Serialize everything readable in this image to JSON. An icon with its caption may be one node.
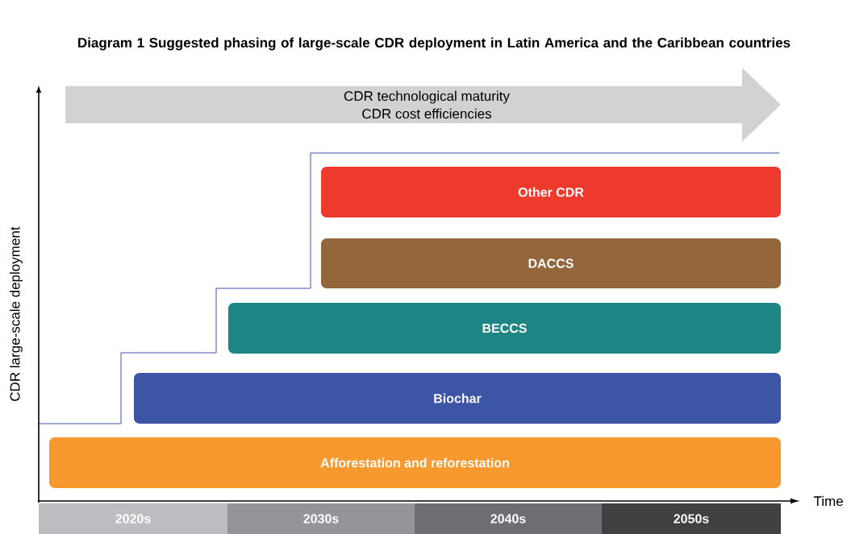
{
  "diagram": {
    "title": "Diagram 1 Suggested phasing of large-scale CDR deployment in Latin America and the Caribbean countries",
    "nodes": [
      {
        "text": [
          "CDR technological maturity",
          "CDR cost efficiencies"
        ]
      },
      {
        "text": [
          "Other CDR"
        ]
      },
      {
        "text": [
          "DACCS"
        ]
      },
      {
        "text": [
          "BECCS"
        ]
      },
      {
        "text": [
          "Biochar"
        ]
      },
      {
        "text": [
          "Afforestation and reforestation"
        ]
      },
      {
        "text": [
          "2020s"
        ]
      },
      {
        "text": [
          "2030s"
        ]
      },
      {
        "text": [
          "2040s"
        ]
      },
      {
        "text": [
          "2050s"
        ]
      }
    ],
    "labels": [
      "CDR large-scale deployment",
      "Time"
    ]
  }
}
